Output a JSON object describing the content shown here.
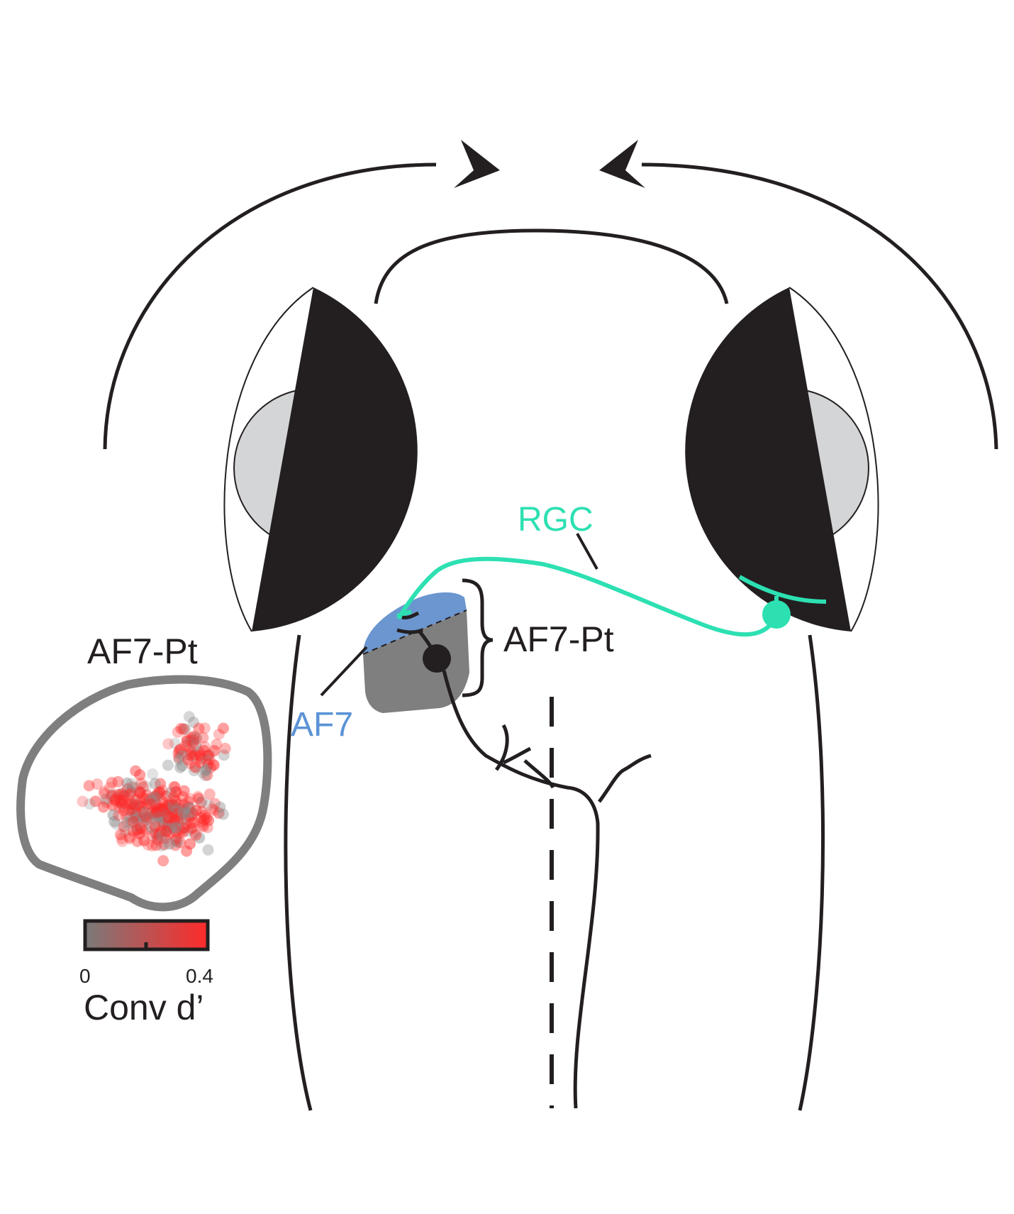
{
  "labels": {
    "rgc": "RGC",
    "af7": "AF7",
    "af7_pt_bracket": "AF7-Pt",
    "af7_pt_inset": "AF7-Pt"
  },
  "colorbar": {
    "min_label": "0",
    "max_label": "0.4",
    "title": "Conv d’",
    "min_color": "#7a7a7a",
    "max_color": "#ff2a2a"
  },
  "colors": {
    "rgc": "#2de0b2",
    "af7": "#6b96cf",
    "pretectum": "#7f7f7f",
    "eye": "#231f20",
    "lens": "#d4d5d7",
    "outline": "#231f20"
  }
}
